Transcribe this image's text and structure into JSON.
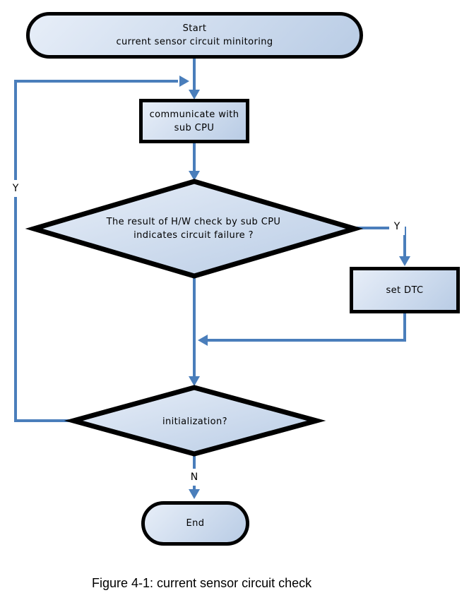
{
  "figure_caption": "Figure 4-1: current sensor circuit check",
  "flowchart": {
    "nodes": {
      "start": {
        "line1": "Start",
        "line2": "current sensor circuit minitoring"
      },
      "communicate": {
        "line1": "communicate with",
        "line2": "sub CPU"
      },
      "hw_check": {
        "line1": "The result of H/W check by sub CPU",
        "line2": "indicates circuit failure ?"
      },
      "set_dtc": {
        "label": "set DTC"
      },
      "initialization": {
        "label": "initialization?"
      },
      "end": {
        "label": "End"
      }
    },
    "edge_labels": {
      "hw_check_yes": "Y",
      "initialization_yes": "Y",
      "initialization_no": "N"
    },
    "colors": {
      "connector_blue": "#4a7ebb",
      "shape_border": "#000000",
      "shape_fill_light": "#e7eef8",
      "shape_fill_dark": "#b9cce5",
      "text": "#000000",
      "background": "#ffffff"
    }
  }
}
